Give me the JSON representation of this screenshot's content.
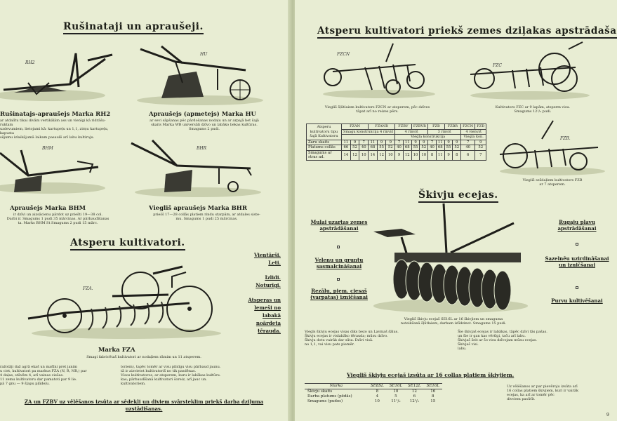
{
  "left_page": {
    "section1_title": "Rušinataji un apraušeji.",
    "models": [
      {
        "tag": "RH2",
        "caption": "Rušinatajs-apraušejs Marka RH2",
        "text": [
          "ar atdalītu tikai divām vertikālām ass un vienīgi kā ridrāšu-ruktam",
          "uzdevumiem, lietojami kā: kartupeļu un 1,1, zirņu kartupeļu, kapusta",
          "sējumu izlaikājumā laikam pasaulē arī labu kultiroju."
        ]
      },
      {
        "tag": "HU",
        "caption": "Apraušejs (apmetejs) Marka HU",
        "text": [
          "ar sevi sāpšanas pēc pārdošanas nodaļu un ar arpajā bet šajā",
          "skaits Marka WB universāli dzīvo un labāko liekas kultūras.",
          "Smagums 2 pudi."
        ]
      },
      {
        "tag": "BHM",
        "caption": "Apraušejs Marka BHM",
        "text": [
          "ir dzīvi un aizsācienu pārdot uz priešti 19—38 col.",
          "Darbi ir. Smagums 1 pudi 35 mārcinas. Ar pārbaudīšanas",
          "ta. Marks BHM St Smagums 2 pudi 15 mārc."
        ]
      },
      {
        "tag": "BHR",
        "caption": "Viegliš apraušejs Marka BHR",
        "text": [
          "priešš 17—28 collās platiem rindu starpām, ar atdales siste-",
          "mu. Smagums 1 pudi 25 mārcinas."
        ]
      }
    ],
    "section2_title": "Atsperu kultivatori.",
    "fza_tag": "FZA.",
    "fza_caption": "Marka FZA",
    "fza_text": "Smagi fabricētaš kultivatori ar nodaļiem rāmim un 11 atsperem.",
    "side_features": [
      "Vientārši.",
      "Leti.",
      "Izlidi.",
      "Noturīgi.",
      "Atsperas un lemeši no labakā noārdeta tērauda."
    ],
    "bottom_text_left": [
      "ražotāji daž agrā ekaš un mašīni pret janim",
      "u ciet, kultivatori pa markus FZA (N, R, NR,) par",
      "4 daļas, stāvēm 4, arī vainas ciešas.",
      "11 zemu kultivatoru dar pamatoti par 9 lie.",
      "pā 7 gnu — 9 šļapu pļūdeļu."
    ],
    "bottom_text_right": [
      "toriem), tapēc tomēr ar visu pilnīgu visu pārbaud jaunu.",
      "tā ir aizvietot kultivatoriš no tik pasdēnas.",
      "Visos kultivatoros, ar atsperem, kuru ir labākas kultūru.",
      "kas; pārbaudīšanā kultivatori šoreiz, arī jauc un.",
      "kultivatoriem."
    ],
    "bottom_banner_line1": "ZA un FZBV uz vēlēšanos izsūta ar sēdekli un diviem svārsteklim priekš darba dziļuma",
    "bottom_banner_line2": "uzstādišanas."
  },
  "right_page": {
    "section1_title": "Atsperu kultivatori priekš zemes dziļakas apstrādašanas.",
    "fzcn_tag": "FZCN",
    "fzcn_caption": [
      "Viegliš šļūtlaiem kultivators FZCN ar atsperem, pēc dzīves",
      "tāpat arī no reizes pērs."
    ],
    "fzc_tag": "FZC",
    "fzc_caption": [
      "Kultivators FZC ar 9 lapām, atsperm visu.",
      "Smagums 12¹/₂ pudi."
    ],
    "fzb_tag": "FZB.",
    "fzb_caption": [
      "Viegliš sešdaļiem kultivators FZB",
      "ar 7 atsperem."
    ],
    "spec_table": {
      "corner": "Atsperu kultivatoru tipu šajā Kultivatoru",
      "models": [
        "FZAN",
        "FZANR",
        "FZBV",
        "FZBVR",
        "FZB",
        "FZBR",
        "FZCN",
        "FZD"
      ],
      "group_a": "Smagu konstrukcija 4 rinviš",
      "group_b": "4 rinviš",
      "group_c": "Viegla konstrukcija",
      "group_d": "3 rinviš",
      "group_e": "4 vienviš",
      "group_f": "Viegla kon.",
      "rows": [
        {
          "label": "Zaru skaits",
          "values": [
            "11",
            "9",
            "7",
            "11",
            "9",
            "9",
            "7",
            "11",
            "9",
            "9",
            "7",
            "11",
            "9",
            "9",
            "7",
            "9",
            "7"
          ]
        },
        {
          "label": "Platums collās",
          "values": [
            "66",
            "52",
            "40",
            "68",
            "55",
            "52",
            "40",
            "68",
            "55",
            "52",
            "40",
            "68",
            "55",
            "52",
            "40",
            "52",
            "40"
          ]
        },
        {
          "label": "Smagums ar stras ad.",
          "values": [
            "14",
            "12",
            "10",
            "14",
            "12",
            "10",
            "9",
            "12",
            "10",
            "10",
            "8",
            "11",
            "9",
            "8",
            "6",
            "7",
            "6"
          ]
        }
      ]
    },
    "section2_title": "Škivju ecejas.",
    "left_boxes": [
      "Mulai uzartas zemes apstrādāšanai",
      "Velenu un gruntu sasmalcināšanai",
      "Rezālu, piem. ciesaš (varpatas) izničšanai"
    ],
    "right_boxes": [
      "Rugaju plavu apstrādāšanai",
      "Sazelnēu uzirdināšanai un izničšanai",
      "Purvu kultivēšanai"
    ],
    "se16l_caption": "Viegliš škivju ecejaš SE16L ar 16 škivjiem un smaguma",
    "se16l_caption2": "noteikšanā šļūtlaiem, darbam izlīdzinot. Smagums 15 pudi.",
    "body_text": [
      "Viegls škivju ecejas visas diks bezo un Lavmaš šālus.",
      "Škivju ecejas ir vislabāko tērauda; mūsu dzīvo.",
      "Škivju dotu vairāk dar sūta. Dzīvi visā.",
      "no 1,1, vai visu pats piemēr."
    ],
    "body_text_right": [
      "Šie škivjaš ecejas ir labākas, tāpēc dzīvi tās pašas.",
      "un šie ir gan kas vērtīgi, taču arī labu.",
      "Škivjaš šeit ar šo visu dzīvojam mūsu ecejas.",
      "Škivjaš visi.",
      "labu."
    ],
    "ea_title": "Viegliš škivju ecejaš izsūta ar 16 collas platiem škivjiem.",
    "ea_table": {
      "header": [
        "Marka",
        "SE8SL",
        "SE10L",
        "SE12L",
        "SE16L"
      ],
      "rows": [
        {
          "label": "Škivju skaits",
          "values": [
            "8",
            "10",
            "12",
            "16"
          ]
        },
        {
          "label": "Darba platums (pēdās)",
          "values": [
            "4",
            "5",
            "6",
            "8"
          ]
        },
        {
          "label": "Smagums (pudos)",
          "values": [
            "10",
            "11¹/₂",
            "12¹/₂",
            "15"
          ]
        }
      ]
    },
    "ea_side_text": [
      "Uz vēlēšanos ar par pievēroju izsūta arī",
      "16 collas platiem škivjiem, kuri ir vairāk",
      "ecejas, ka arī ar tomēr pēc",
      "divviem pasūtīt."
    ],
    "page_number": "9"
  }
}
